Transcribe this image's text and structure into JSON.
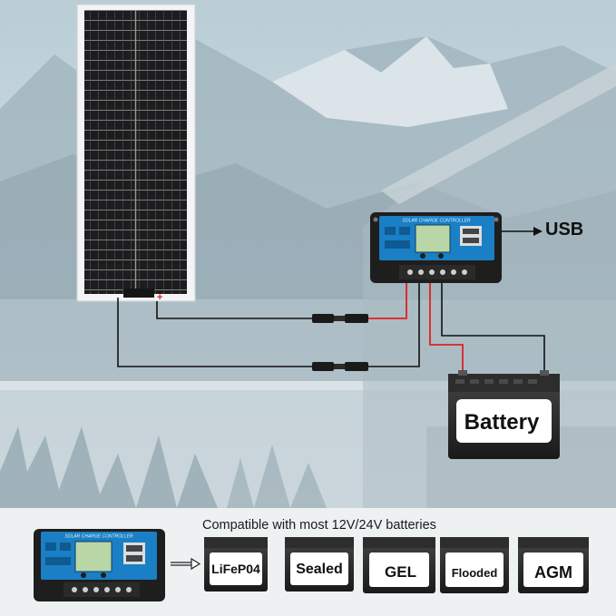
{
  "labels": {
    "usb": "USB",
    "battery": "Battery",
    "compatibility": "Compatible with most 12V/24V batteries"
  },
  "controller": {
    "title": "SOLAR CHARGE CONTROLLER"
  },
  "battery_types": [
    "LiFeP04",
    "Sealed",
    "GEL",
    "Flooded",
    "AGM"
  ],
  "colors": {
    "sky": "#c9d8de",
    "mountain": "#8fa6b2",
    "controller_body": "#1e1e1e",
    "controller_face": "#1a7fc4",
    "wire_positive": "#e02020",
    "wire_negative": "#111111"
  }
}
